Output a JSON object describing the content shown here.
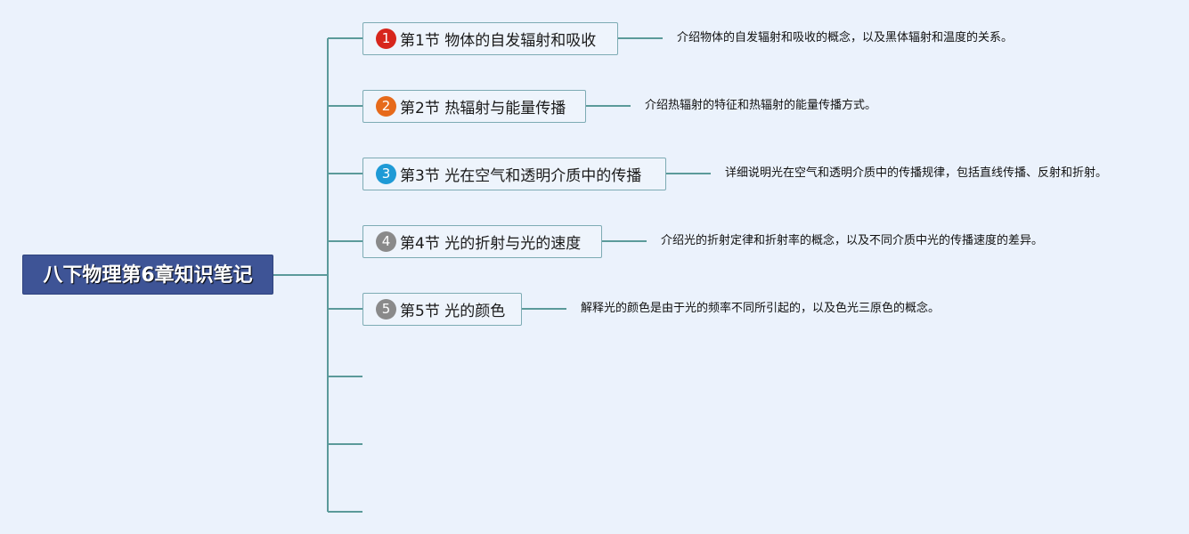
{
  "root": {
    "label": "八下物理第6章知识笔记"
  },
  "colors": {
    "root_bg": "#3e5496",
    "connector": "#5b9a9a",
    "badge_1": "#d7261c",
    "badge_2": "#e66a1b",
    "badge_3": "#1e9ad6",
    "badge_4": "#8a8a8a",
    "badge_5": "#8a8a8a"
  },
  "topics": [
    {
      "number": "1",
      "label": "第1节 物体的自发辐射和吸收",
      "description": "介绍物体的自发辐射和吸收的概念，以及黑体辐射和温度的关系。"
    },
    {
      "number": "2",
      "label": "第2节 热辐射与能量传播",
      "description": "介绍热辐射的特征和热辐射的能量传播方式。"
    },
    {
      "number": "3",
      "label": "第3节 光在空气和透明介质中的传播",
      "description": "详细说明光在空气和透明介质中的传播规律，包括直线传播、反射和折射。"
    },
    {
      "number": "4",
      "label": "第4节 光的折射与光的速度",
      "description": "介绍光的折射定律和折射率的概念，以及不同介质中光的传播速度的差异。"
    },
    {
      "number": "5",
      "label": "第5节 光的颜色",
      "description": "解释光的颜色是由于光的频率不同所引起的，以及色光三原色的概念。"
    }
  ]
}
